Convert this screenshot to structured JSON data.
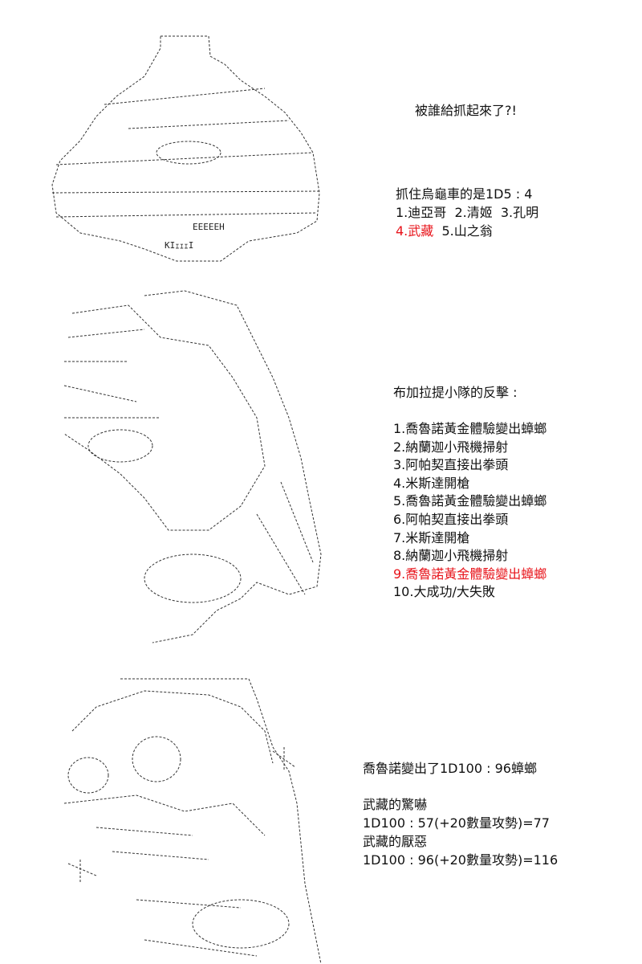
{
  "panel1": {
    "art_text": [
      "EEEEEH",
      "KIｪｪｪI"
    ],
    "caption": "被誰給抓起來了?!",
    "roll_title": "抓住烏龜車的是1D5 : 4",
    "options_line1": "1.迪亞哥  2.清姬  3.孔明",
    "selected_option": "4.武藏",
    "options_line2_rest": "  5.山之翁",
    "highlight_color": "#e8141b"
  },
  "panel2": {
    "title": "布加拉提小隊的反擊 :",
    "items": [
      "1.喬魯諾黃金體驗變出蟑螂",
      "2.納蘭迦小飛機掃射",
      "3.阿帕契直接出拳頭",
      "4.米斯達開槍",
      "5.喬魯諾黃金體驗變出蟑螂",
      "6.阿帕契直接出拳頭",
      "7.米斯達開槍",
      "8.納蘭迦小飛機掃射",
      "9.喬魯諾黃金體驗變出蟑螂",
      "10.大成功/大失敗"
    ],
    "selected_index": 8
  },
  "panel3": {
    "roll_line": "喬魯諾變出了1D100 : 96蟑螂",
    "fear_label": "武藏的驚嚇",
    "fear_roll": "1D100 : 57(+20數量攻勢)=77",
    "disgust_label": "武藏的厭惡",
    "disgust_roll": "1D100 : 96(+20數量攻勢)=116"
  }
}
